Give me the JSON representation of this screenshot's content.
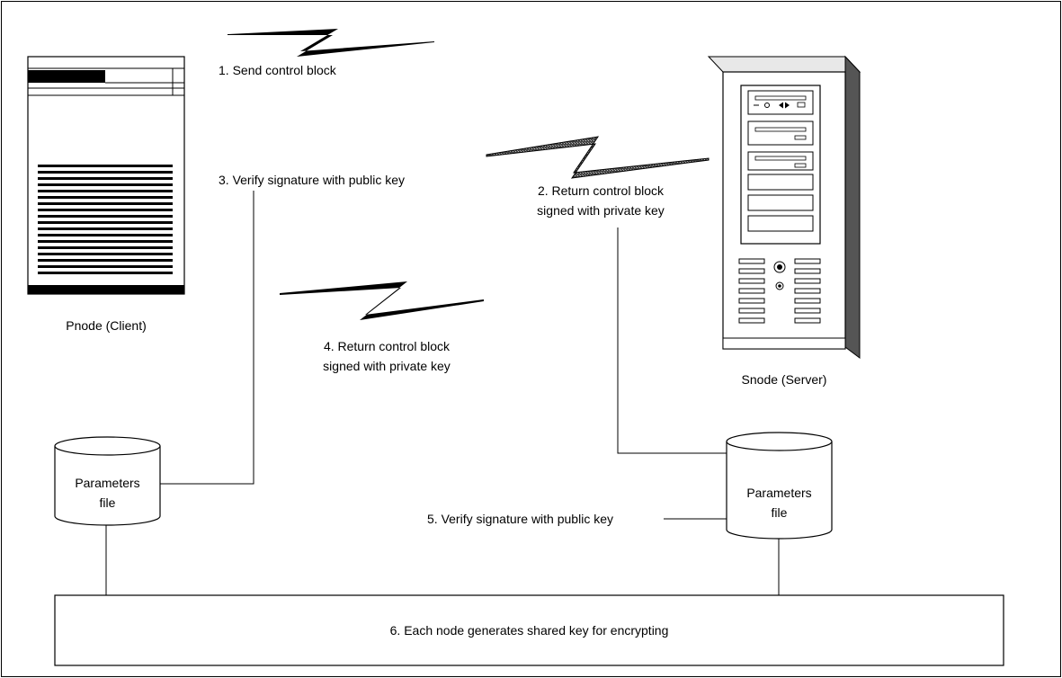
{
  "nodes": {
    "client": {
      "label": "Pnode (Client)"
    },
    "server": {
      "label": "Snode (Server)"
    }
  },
  "parameters_files": {
    "client": {
      "line1": "Parameters",
      "line2": "file"
    },
    "server": {
      "line1": "Parameters",
      "line2": "file"
    }
  },
  "steps": {
    "step1": {
      "text": "1. Send control block"
    },
    "step2": {
      "line1": "2. Return control block",
      "line2": "signed with private key"
    },
    "step3": {
      "text": "3. Verify signature with public key"
    },
    "step4": {
      "line1": "4. Return control block",
      "line2": "signed with private key"
    },
    "step5": {
      "text": "5. Verify signature with public key"
    },
    "step6": {
      "text": "6. Each node generates shared key for encrypting"
    }
  },
  "icons": {
    "client": "mainframe-client-icon",
    "server": "tower-server-icon",
    "transfer": "lightning-bolt-icon",
    "storage": "database-cylinder-icon"
  }
}
